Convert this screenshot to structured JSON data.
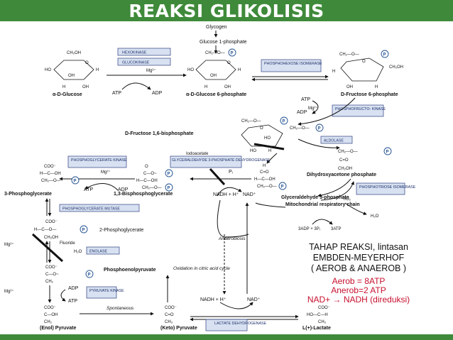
{
  "title": "REAKSI GLIKOLISIS",
  "enzymes": {
    "hexokinase": "HEXOKINASE",
    "glucokinase": "GLUCOKINASE",
    "phi": "PHOSPHOHEXOSE ISOMERASE",
    "pfk": "PHOSPHOFRUCTO- KINASE",
    "aldolase": "ALDOLASE",
    "tpi": "PHOSPHOTRIOSE ISOMERASE",
    "gapdh": "GLYCERALDEHYDE 3-PHOSPHATE DEHYDROGENASE",
    "pgk": "PHOSPHOGLYCERATE KINASE",
    "pgm": "PHOSPHOGLYCERATE MUTASE",
    "enolase": "ENOLASE",
    "pk": "PYRUVATE KINASE",
    "ldh": "LACTATE DEHYDROGENASE"
  },
  "metabolites": {
    "glycogen": "Glycogen",
    "g1p": "Glucose 1-phosphate",
    "glucose": "α-D-Glucose",
    "g6p": "α-D-Glucose 6-phosphate",
    "f6p": "D-Fructose 6-phosphate",
    "f16bp": "D-Fructose 1,6-bisphosphate",
    "dhap": "Dihydroxyacetone phosphate",
    "gap": "Glyceraldehyde 3-phosphate",
    "bpg": "1,3-Bisphosphoglycerate",
    "pg3": "3-Phosphoglycerate",
    "pg2": "2-Phosphoglycerate",
    "pep": "Phosphoenolpyruvate",
    "enol_pyr": "(Enol) Pyruvate",
    "keto_pyr": "(Keto) Pyruvate",
    "lactate": "L(+)-Lactate"
  },
  "labels": {
    "atp": "ATP",
    "adp": "ADP",
    "mg": "Mg²⁺",
    "iodoacetate": "Iodoacetate",
    "pi": "Pᵢ",
    "nadh_h": "NADH + H⁺",
    "nad": "NAD⁺",
    "nadh_h2": "NADH + H⁺",
    "nad2": "NAD⁺",
    "mito": "Mitochondrial respiratory chain",
    "o2": "½O₂",
    "h2o": "H₂O",
    "adp3": "3ADP + 3Pᵢ",
    "atp3": "3ATP",
    "anaerobiosis": "Anaerobiosis",
    "fluoride": "Fluoride",
    "h2o_enol": "H₂O",
    "oxidation": "Oxidation in citric acid cycle",
    "spontaneous": "Spontaneous",
    "p": "P"
  },
  "note": {
    "line1": "TAHAP REAKSI, lintasan",
    "line2": "EMBDEN-MEYERHOF",
    "line3": "( AEROB & ANAEROB )",
    "line4": "Aerob = 8ATP",
    "line5": "Anerob=2 ATP",
    "line6": "NAD+ → NADH (direduksi)"
  },
  "colors": {
    "banner": "#3f8a3a",
    "enzyme_box": "#d7e1f1",
    "enzyme_text": "#1d2f6b",
    "note_red": "#c8102e"
  }
}
